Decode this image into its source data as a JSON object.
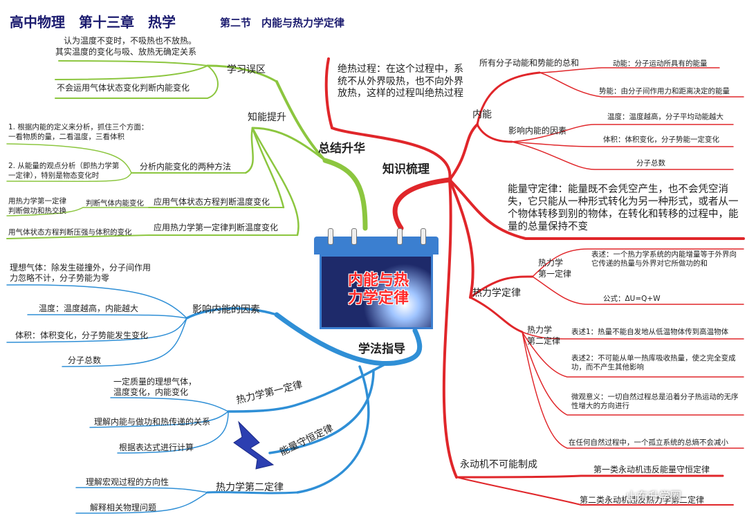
{
  "header": {
    "title": "高中物理　第十三章　热学",
    "section": "第二节　内能与热力学定律"
  },
  "center": {
    "title_line1": "内能与热",
    "title_line2": "力学定律"
  },
  "branches": {
    "summary": "总结升华",
    "knowledge": "知识梳理",
    "methods": "学法指导"
  },
  "summary": {
    "misconceptions": "学习误区",
    "mis_item1_line1": "认为温度不变时，不吸热也不放热。",
    "mis_item1_line2": "其实温度的变化与吸、放热无确定关系",
    "mis_item2": "不会运用气体状态变化判断内能变化",
    "improve": "知能提升",
    "imp_method": "分析内能变化的两种方法",
    "imp_m1_line1": "1. 根据内能的定义来分析，抓住三个方面：",
    "imp_m1_line2": "一看物质的量，二看温度，三看体积",
    "imp_m2_line1": "2. 从能量的观点分析（即热力学第",
    "imp_m2_line2": "一定律），特别是物态变化时",
    "imp_temp": "应用气体状态方程判断温度变化",
    "imp_temp_sub": "判断气体内能变化",
    "imp_temp_left_line1": "用热力学第一定律",
    "imp_temp_left_line2": "判断做功和热交换",
    "imp_first_law": "应用热力学第一定律判断温度变化",
    "imp_first_law_left": "用气体状态方程判断压强与体积的变化"
  },
  "knowledge": {
    "adiabatic": "绝热过程：在这个过程中，系统不从外界吸热，也不向外界放热，这样的过程叫绝热过程",
    "internal": "内能",
    "int_def": "所有分子动能和势能的总和",
    "int_kinetic": "动能：分子运动所具有的能量",
    "int_potential": "势能：由分子间作用力和距离决定的能量",
    "int_factors": "影响内能的因素",
    "int_f_temp": "温度：温度越高，分子平均动能越大",
    "int_f_vol": "体积：体积变化，分子势能一定变化",
    "int_f_num": "分子总数",
    "conservation": "能量守定律：能量既不会凭空产生，也不会凭空消失，它只能从一种形式转化为另一种形式，或者从一个物体转移到别的物体，在转化和转移的过程中，能量的总量保持不变",
    "thermo": "热力学定律",
    "first_law_l1": "热力学",
    "first_law_l2": "第一定律",
    "first_desc": "表述：一个热力学系统的内能增量等于外界向它传递的热量与外界对它所做功的和",
    "formula": "公式：ΔU=Q+W",
    "second_law_l1": "热力学",
    "second_law_l2": "第二定律",
    "second_d1": "表述1：热量不能自发地从低温物体传到高温物体",
    "second_d2": "表述2：不可能从单一热库吸收热量，使之完全变成功，而不产生其他影响",
    "second_micro": "微观意义：一切自然过程总是沿着分子热运动的无序性增大的方向进行",
    "second_entropy": "在任何自然过程中，一个孤立系统的总熵不会减小",
    "perpetual": "永动机不可能制成",
    "perp_1": "第一类永动机违反能量守恒定律",
    "perp_2": "第二类永动机违反热力学第二定律"
  },
  "methods": {
    "factors": "影响内能的因素",
    "f_ideal": "理想气体：除发生碰撞外，分子间作用力忽略不计，分子势能为零",
    "f_temp": "温度：温度越高，内能越大",
    "f_vol": "体积：体积变化，分子势能发生变化",
    "f_num": "分子总数",
    "first_law": "热力学第一定律",
    "fl_1_line1": "一定质量的理想气体，",
    "fl_1_line2": "温度变化，内能变化",
    "fl_2": "理解内能与做功和热传递的关系",
    "fl_3": "根据表达式进行计算",
    "conservation": "能量守恒定律",
    "second_law": "热力学第二定律",
    "sl_1": "理解宏观过程的方向性",
    "sl_2": "解释相关物理问题"
  },
  "watermark": "山东升学圈",
  "colors": {
    "green": "#8cc63f",
    "red": "#e0262a",
    "blue": "#2f8fd6",
    "title": "#1a1a6e"
  }
}
